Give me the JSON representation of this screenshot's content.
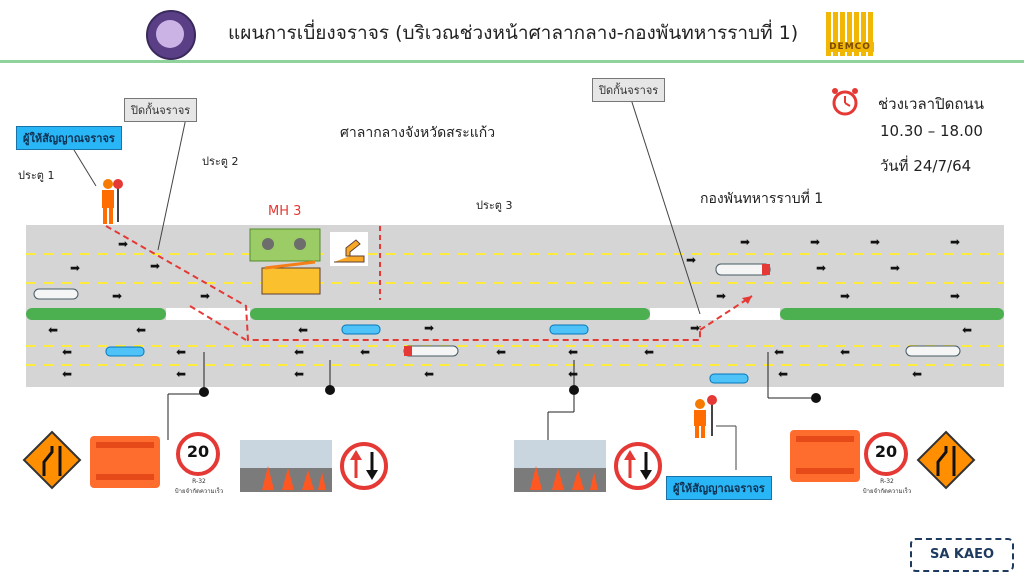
{
  "title": "แผนการเบี่ยงจราจร (บริเวณช่วงหน้าศาลากลาง-กองพันทหารราบที่ 1)",
  "logos": {
    "left_icon": "government-seal-icon",
    "right_text": "DEMCO"
  },
  "labels": {
    "flagger_left": "ผู้ให้สัญญาณจราจร",
    "flagger_right": "ผู้ให้สัญญาณจราจร",
    "closure_left": "ปิดกั้นจราจร",
    "closure_right": "ปิดกั้นจราจร",
    "gate1": "ประตู 1",
    "gate2": "ประตู 2",
    "gate3": "ประตู 3",
    "city_hall": "ศาลากลางจังหวัดสระแก้ว",
    "battalion": "กองพันทหารราบที่ 1",
    "manhole": "MH 3"
  },
  "closure_time": {
    "heading": "ช่วงเวลาปิดถนน",
    "time": "10.30 – 18.00",
    "date": "วันที่ 24/7/64",
    "icon": "alarm-clock-icon"
  },
  "signs": {
    "speed_limit": "20",
    "speed_code": "R-32",
    "speed_caption": "ป้ายจำกัดความเร็ว"
  },
  "footer": "SA KAEO",
  "colors": {
    "road": "#d5d5d5",
    "median": "#4caf50",
    "lane_marking": "#ffeb3b",
    "closure_line": "#e53935",
    "accent_blue": "#29b6f6",
    "barrier": "#ff6d2e",
    "header_rule": "#8fd29c"
  }
}
